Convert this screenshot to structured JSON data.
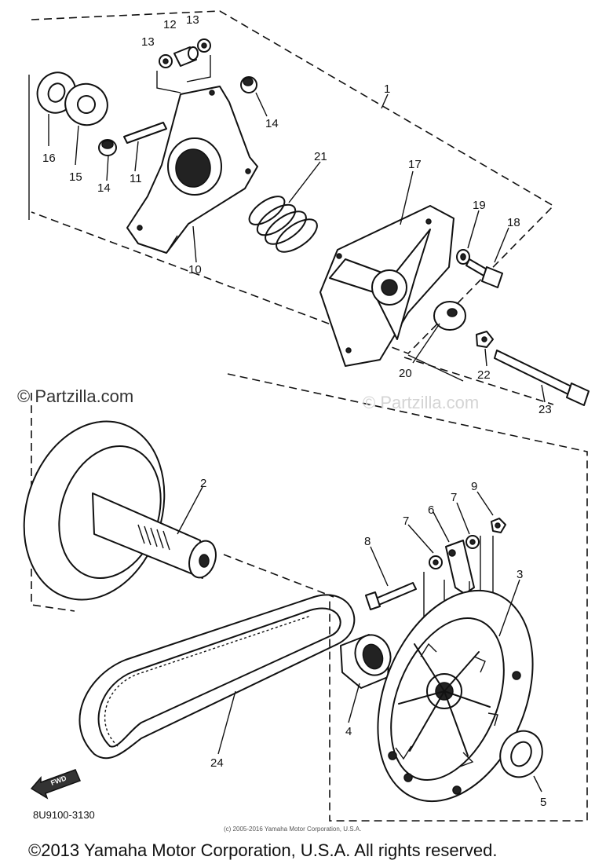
{
  "watermark": {
    "main": "© Partzilla.com",
    "faint": "© Partzilla.com"
  },
  "parts": {
    "p1": "1",
    "p2": "2",
    "p3": "3",
    "p4": "4",
    "p5": "5",
    "p6": "6",
    "p7a": "7",
    "p7b": "7",
    "p8": "8",
    "p9": "9",
    "p10": "10",
    "p11": "11",
    "p12": "12",
    "p13a": "13",
    "p13b": "13",
    "p14a": "14",
    "p14b": "14",
    "p15": "15",
    "p16": "16",
    "p17": "17",
    "p18": "18",
    "p19": "19",
    "p20": "20",
    "p21": "21",
    "p22": "22",
    "p23": "23",
    "p24": "24"
  },
  "fwd_label": "FWD",
  "diagram_code": "8U9100-3130",
  "small_copyright": "(c) 2005-2016 Yamaha Motor Corporation, U.S.A.",
  "footer_copyright": "©2013 Yamaha Motor Corporation, U.S.A. All rights reserved."
}
